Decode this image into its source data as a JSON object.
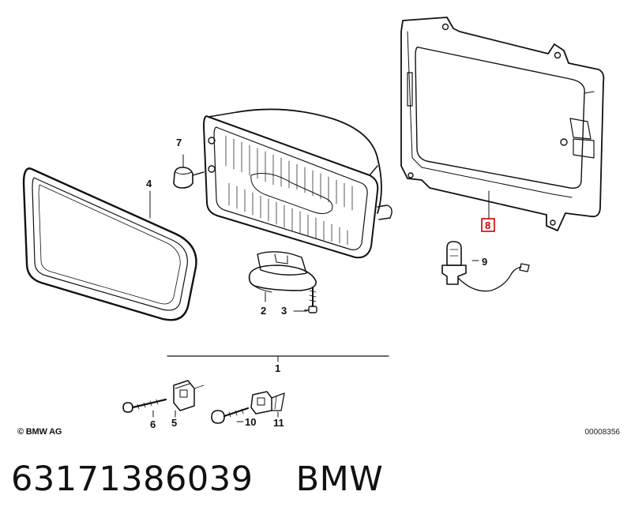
{
  "diagram": {
    "callouts": {
      "p1": "1",
      "p2": "2",
      "p3": "3",
      "p4": "4",
      "p5": "5",
      "p6": "6",
      "p7": "7",
      "p8": "8",
      "p9": "9",
      "p10": "10",
      "p11": "11"
    },
    "highlighted_part": "8",
    "highlight_color": "#cc0000"
  },
  "footer": {
    "copyright": "© BMW AG",
    "diagram_code": "00008356"
  },
  "title": {
    "part_number": "63171386039",
    "brand": "BMW"
  }
}
